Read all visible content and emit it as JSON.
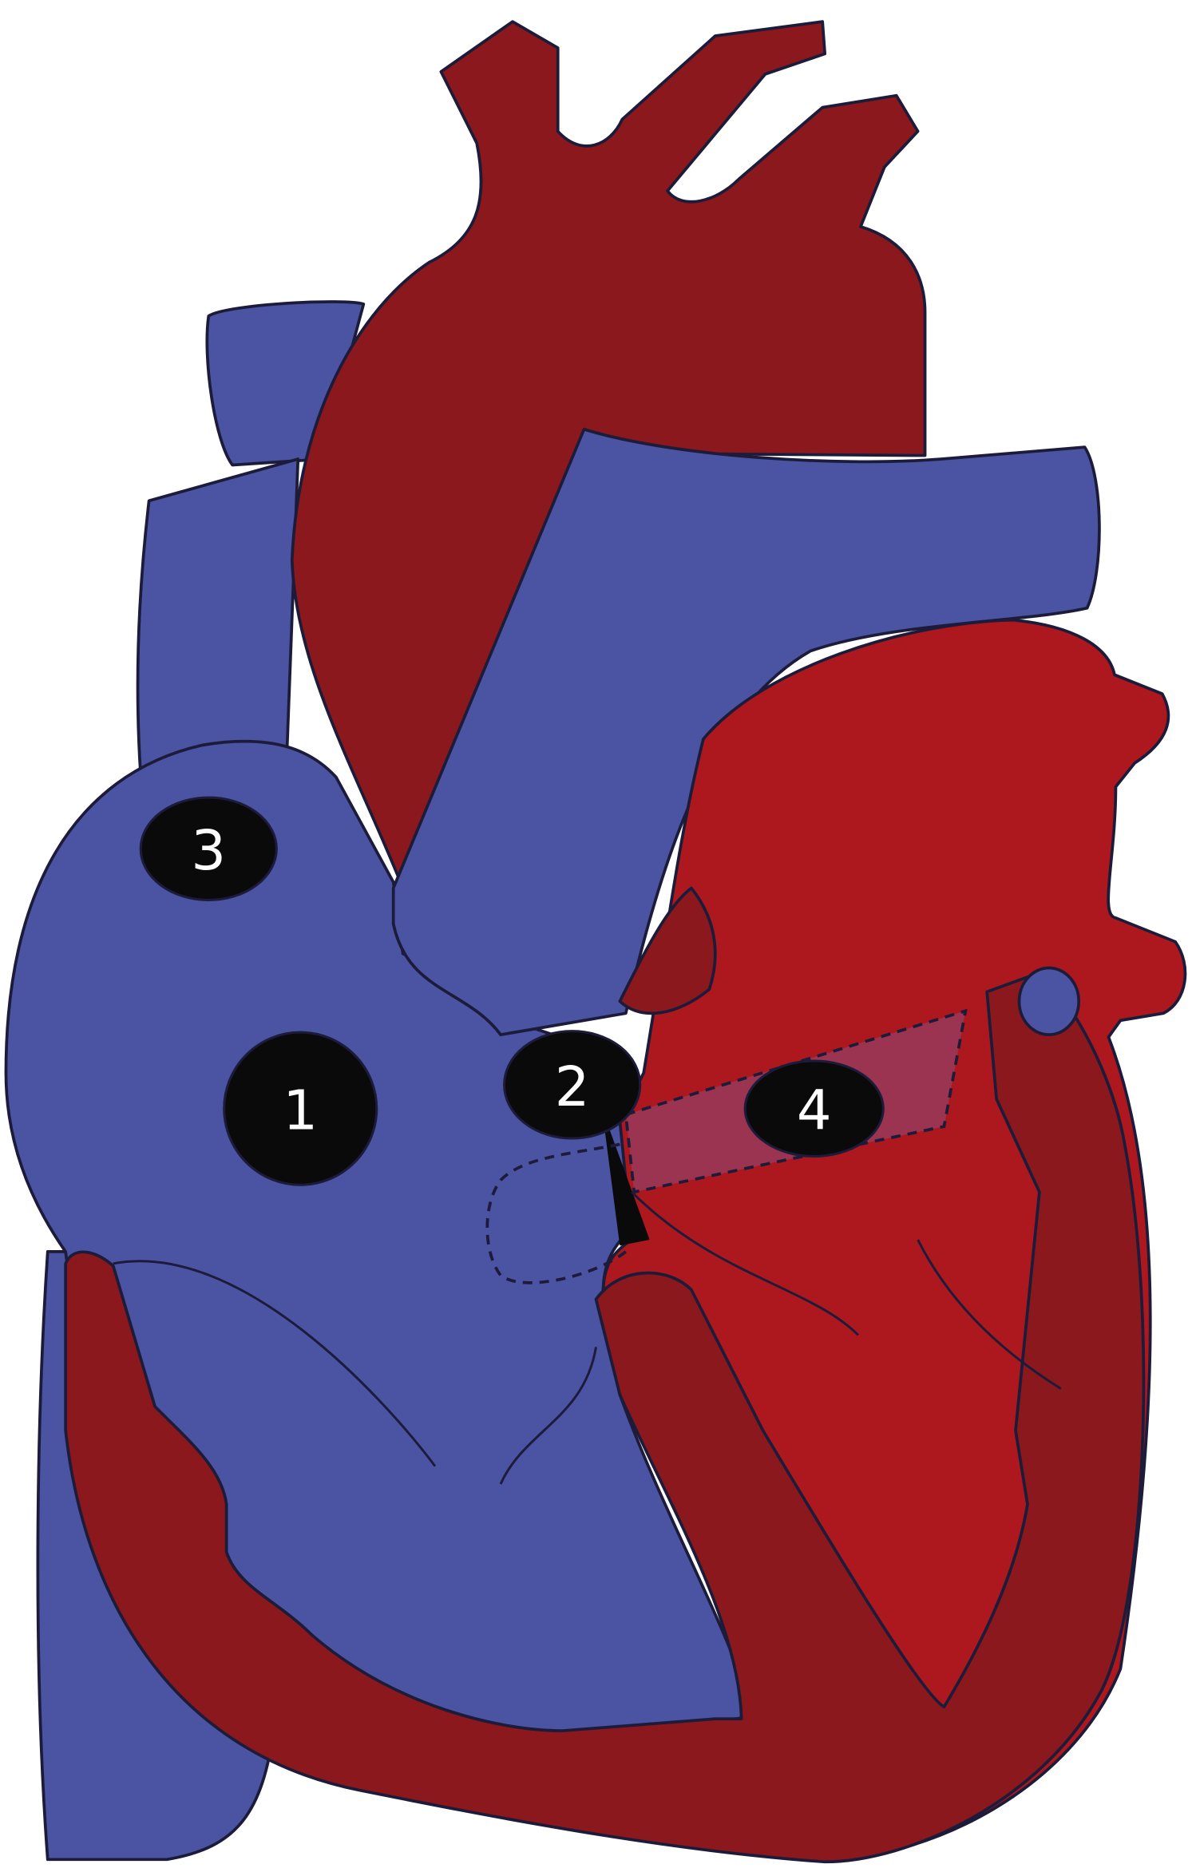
{
  "colors": {
    "venous_blue": "#4a54a3",
    "dark_red": "#8b181c",
    "bright_red": "#ad181e",
    "marker": "#0a0a0a"
  },
  "markers": [
    {
      "id": "1",
      "label": "1"
    },
    {
      "id": "2",
      "label": "2"
    },
    {
      "id": "3",
      "label": "3"
    },
    {
      "id": "4",
      "label": "4"
    }
  ]
}
